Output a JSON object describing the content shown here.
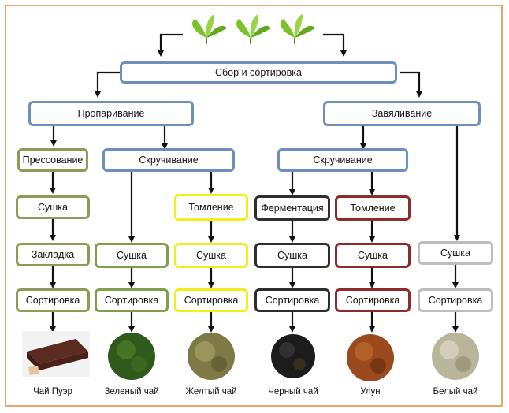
{
  "nodes": {
    "collect": "Сбор и сортировка",
    "steaming": "Пропаривание",
    "withering": "Завяливание",
    "pressing": "Прессование",
    "rolling_left": "Скручивание",
    "rolling_right": "Скручивание",
    "drying_puer": "Сушка",
    "tomlenie_yellow": "Томление",
    "fermentation": "Ферментация",
    "tomlenie_oolong": "Томление",
    "drying_white": "Сушка",
    "zakladka": "Закладка",
    "drying_green": "Сушка",
    "drying_yellow": "Сушка",
    "drying_black": "Сушка",
    "drying_oolong": "Сушка",
    "sort_puer": "Сортировка",
    "sort_green": "Сортировка",
    "sort_yellow": "Сортировка",
    "sort_black": "Сортировка",
    "sort_oolong": "Сортировка",
    "sort_white": "Сортировка"
  },
  "teas": [
    "Чай Пуэр",
    "Зеленый чай",
    "Желтый чай",
    "Черный чай",
    "Улун",
    "Белый чай"
  ],
  "colors": {
    "steaming_branch": "#6e8fba",
    "puer": "#8e9a55",
    "green": "#7fa04a",
    "yellow": "#f2ee1e",
    "black": "#2e2e2e",
    "oolong": "#8b2b2b",
    "white": "#bdbdbd",
    "frame": "#e8a86a"
  }
}
